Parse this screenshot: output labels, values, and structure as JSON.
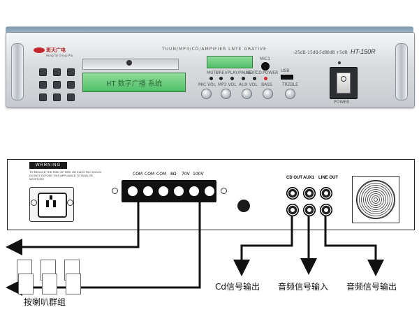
{
  "front": {
    "brand": "斑天广电",
    "brand_sub": "Hong Tai Group Pro",
    "header_text": "TUUN/MP3/CD/AMPIFIER LNTE GRATIVE",
    "lcd_main": "HT 数字广播 系统",
    "lcd_small": "",
    "mic_label": "MIC1",
    "model": "HT-150R",
    "level_labels": [
      "-25dB",
      "-15dB",
      "-5dB",
      "0dB",
      "+5dB"
    ],
    "control_labels": [
      "MUTE",
      "PREV",
      "PLAY/PAUSE",
      "NEXT",
      "CD",
      "POWER"
    ],
    "knob_labels": [
      "MIC VOL",
      "MP3 VOL",
      "AUX VOL",
      "BASS",
      "TREBLE"
    ],
    "usb_label": "USB",
    "power_label": "POWER"
  },
  "back": {
    "warning_title": "WRRNING",
    "warning_text": "TO REDUCE THE RISK OF FIRE OR ELECTRIC SHOCK DO NOT EXPOSE THIS APPLIANCE TO RAIN OR MOISTURE",
    "terminal_labels": [
      "COM",
      "COM",
      "COM",
      "8Ω",
      "70V",
      "100V"
    ],
    "rca_labels": [
      "CD OUT",
      "AUX1",
      "LINE OUT"
    ]
  },
  "captions": {
    "speakers": "按喇叭群组",
    "cd_out": "Cd信号输出",
    "aux_in": "音频信号输入",
    "line_out": "音频信号输出"
  }
}
